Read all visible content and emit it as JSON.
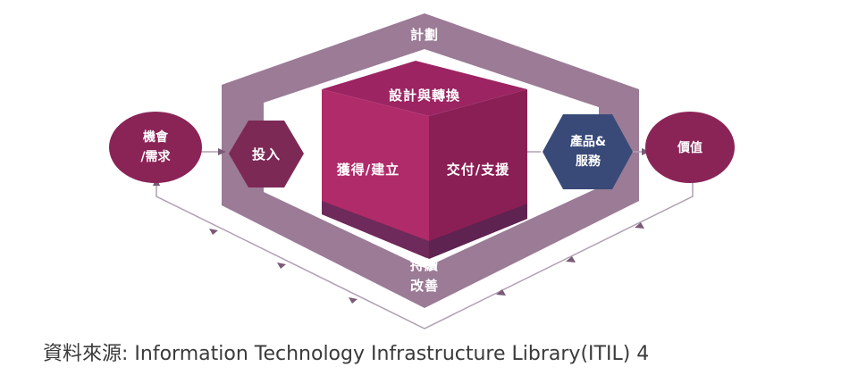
{
  "labels": {
    "planning": "計劃",
    "design": "設計與轉換",
    "acquire": "獲得/建立",
    "deliver": "交付/支援",
    "engage": "投入",
    "improve_line1": "持續",
    "improve_line2": "改善",
    "demand_line1": "機會",
    "demand_line2": "/需求",
    "products_line1": "產品&",
    "products_line2": "服務",
    "value": "價值"
  },
  "source": {
    "prefix": "資料來源",
    "text": ": Information Technology Infrastructure Library(ITIL) 4"
  },
  "colors": {
    "frame": "#9b7b96",
    "frame_dark": "#8a6a86",
    "cube_front_left": "#b02b6a",
    "cube_front_right": "#8a1f55",
    "cube_top": "#9c2462",
    "cube_bottom": "#6e2a5a",
    "hexagon_engage": "#7d2956",
    "hexagon_products": "#394a78",
    "circle": "#8a2457",
    "arrow": "#b0a0b0"
  }
}
